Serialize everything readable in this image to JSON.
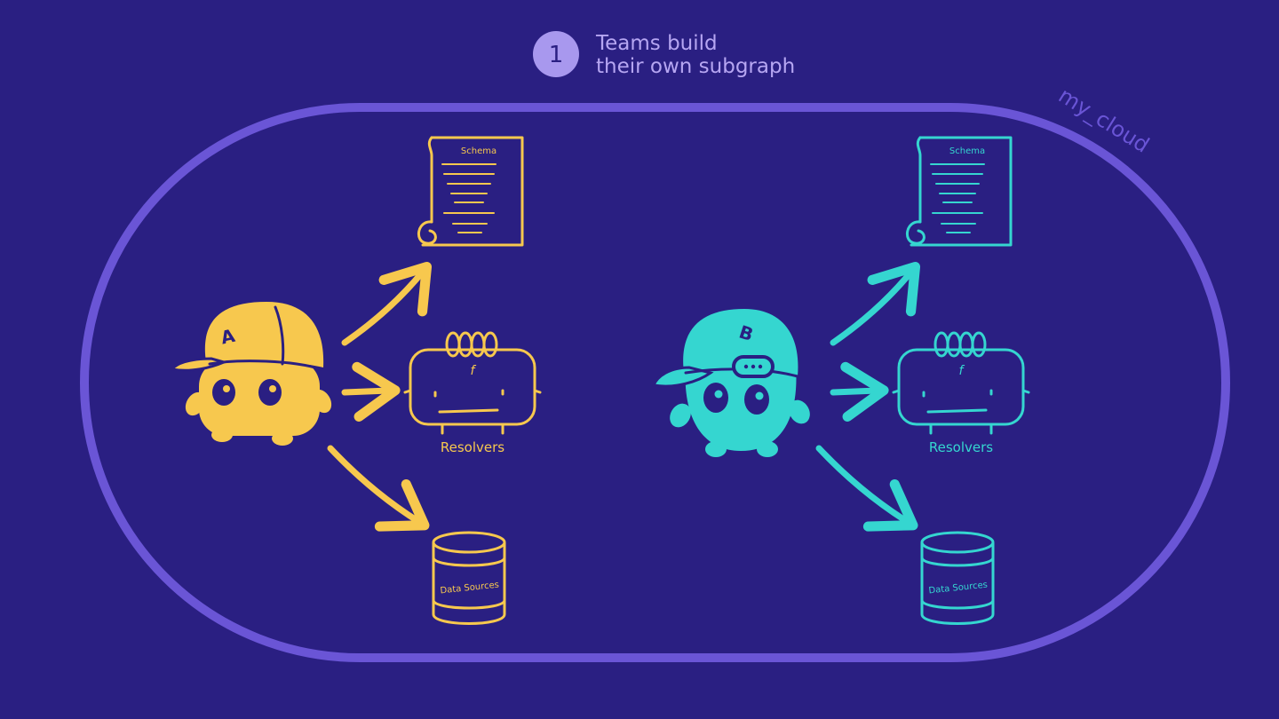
{
  "step": {
    "number": "1",
    "title_line1": "Teams build",
    "title_line2": "their own subgraph"
  },
  "cloud_label": "my_cloud",
  "colors": {
    "background": "#2a1f82",
    "cloud_border": "#6a55d6",
    "step_badge": "#a898ee",
    "step_text": "#b6a6f2",
    "team_a": "#f7c84e",
    "team_b": "#35d6d0",
    "face": "#2a1f82"
  },
  "team_a": {
    "cap_letter": "A",
    "schema_label": "Schema",
    "resolvers_label": "Resolvers",
    "resolver_symbol": "f",
    "datasources_label": "Data Sources"
  },
  "team_b": {
    "cap_letter": "B",
    "schema_label": "Schema",
    "resolvers_label": "Resolvers",
    "resolver_symbol": "f",
    "datasources_label": "Data Sources"
  }
}
